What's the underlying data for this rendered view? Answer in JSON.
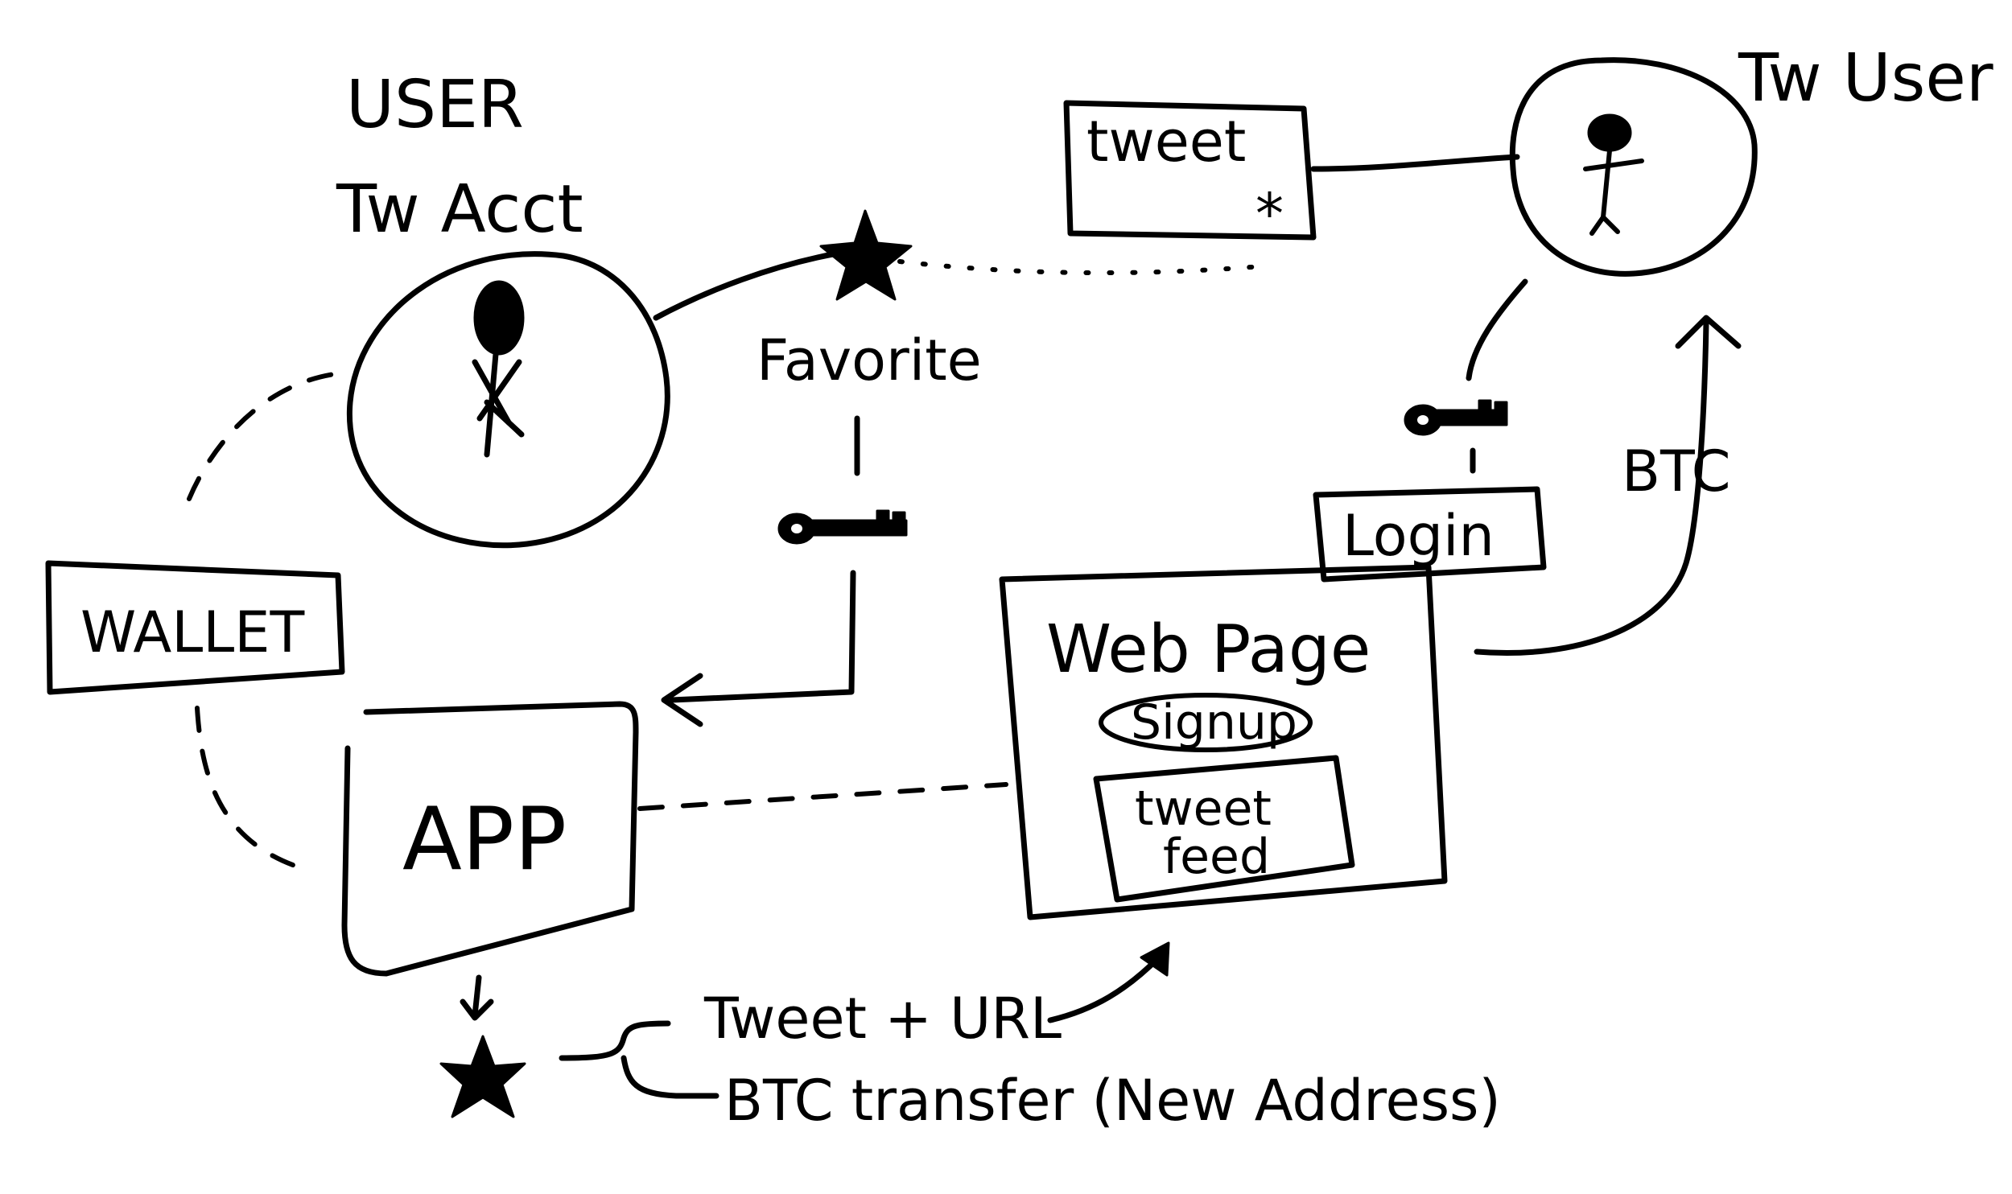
{
  "colors": {
    "ink": "#000000",
    "background": "#ffffff"
  },
  "icons": [
    "stick-figure-icon",
    "star-icon",
    "key-icon",
    "arrow-head-icon"
  ],
  "labels": {
    "user": "USER",
    "tw_acct": "Tw Acct",
    "tw_user": "Tw User",
    "tweet": "tweet",
    "tweet_mark": "*",
    "favorite": "Favorite",
    "wallet": "WALLET",
    "app": "APP",
    "login": "Login",
    "btc": "BTC",
    "web_page": "Web Page",
    "signup": "Signup",
    "tweet_feed_line1": "tweet",
    "tweet_feed_line2": "feed",
    "tweet_url": "Tweet + URL",
    "btc_transfer": "BTC transfer (New Address)"
  }
}
